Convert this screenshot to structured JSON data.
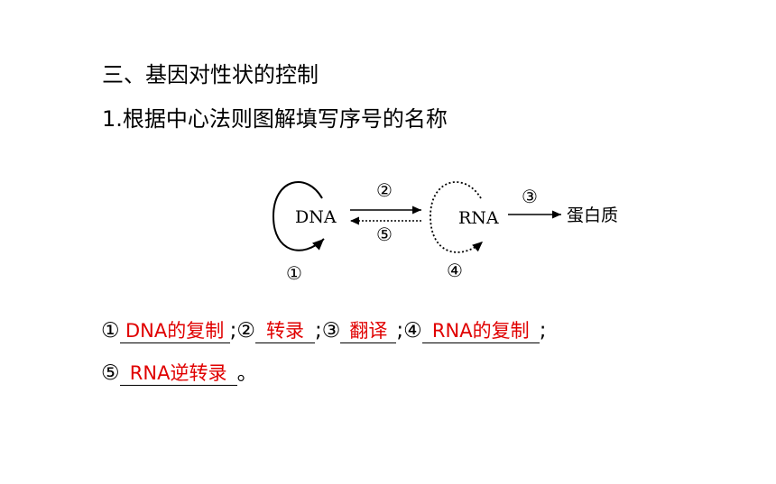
{
  "heading": "三、基因对性状的控制",
  "question": "1.根据中心法则图解填写序号的名称",
  "diagram": {
    "dna": "DNA",
    "rna": "RNA",
    "protein": "蛋白质",
    "n1": "①",
    "n2": "②",
    "n3": "③",
    "n4": "④",
    "n5": "⑤"
  },
  "answers": [
    {
      "marker": "①",
      "text": "DNA的复制",
      "sep": ";"
    },
    {
      "marker": "②",
      "text": "转录",
      "sep": ";"
    },
    {
      "marker": "③",
      "text": "翻译",
      "sep": ";"
    },
    {
      "marker": "④",
      "text": "RNA的复制",
      "sep": ";"
    },
    {
      "marker": "⑤",
      "text": "RNA逆转录",
      "sep": "。"
    }
  ],
  "colors": {
    "answer": "#e00000",
    "text": "#000000"
  }
}
